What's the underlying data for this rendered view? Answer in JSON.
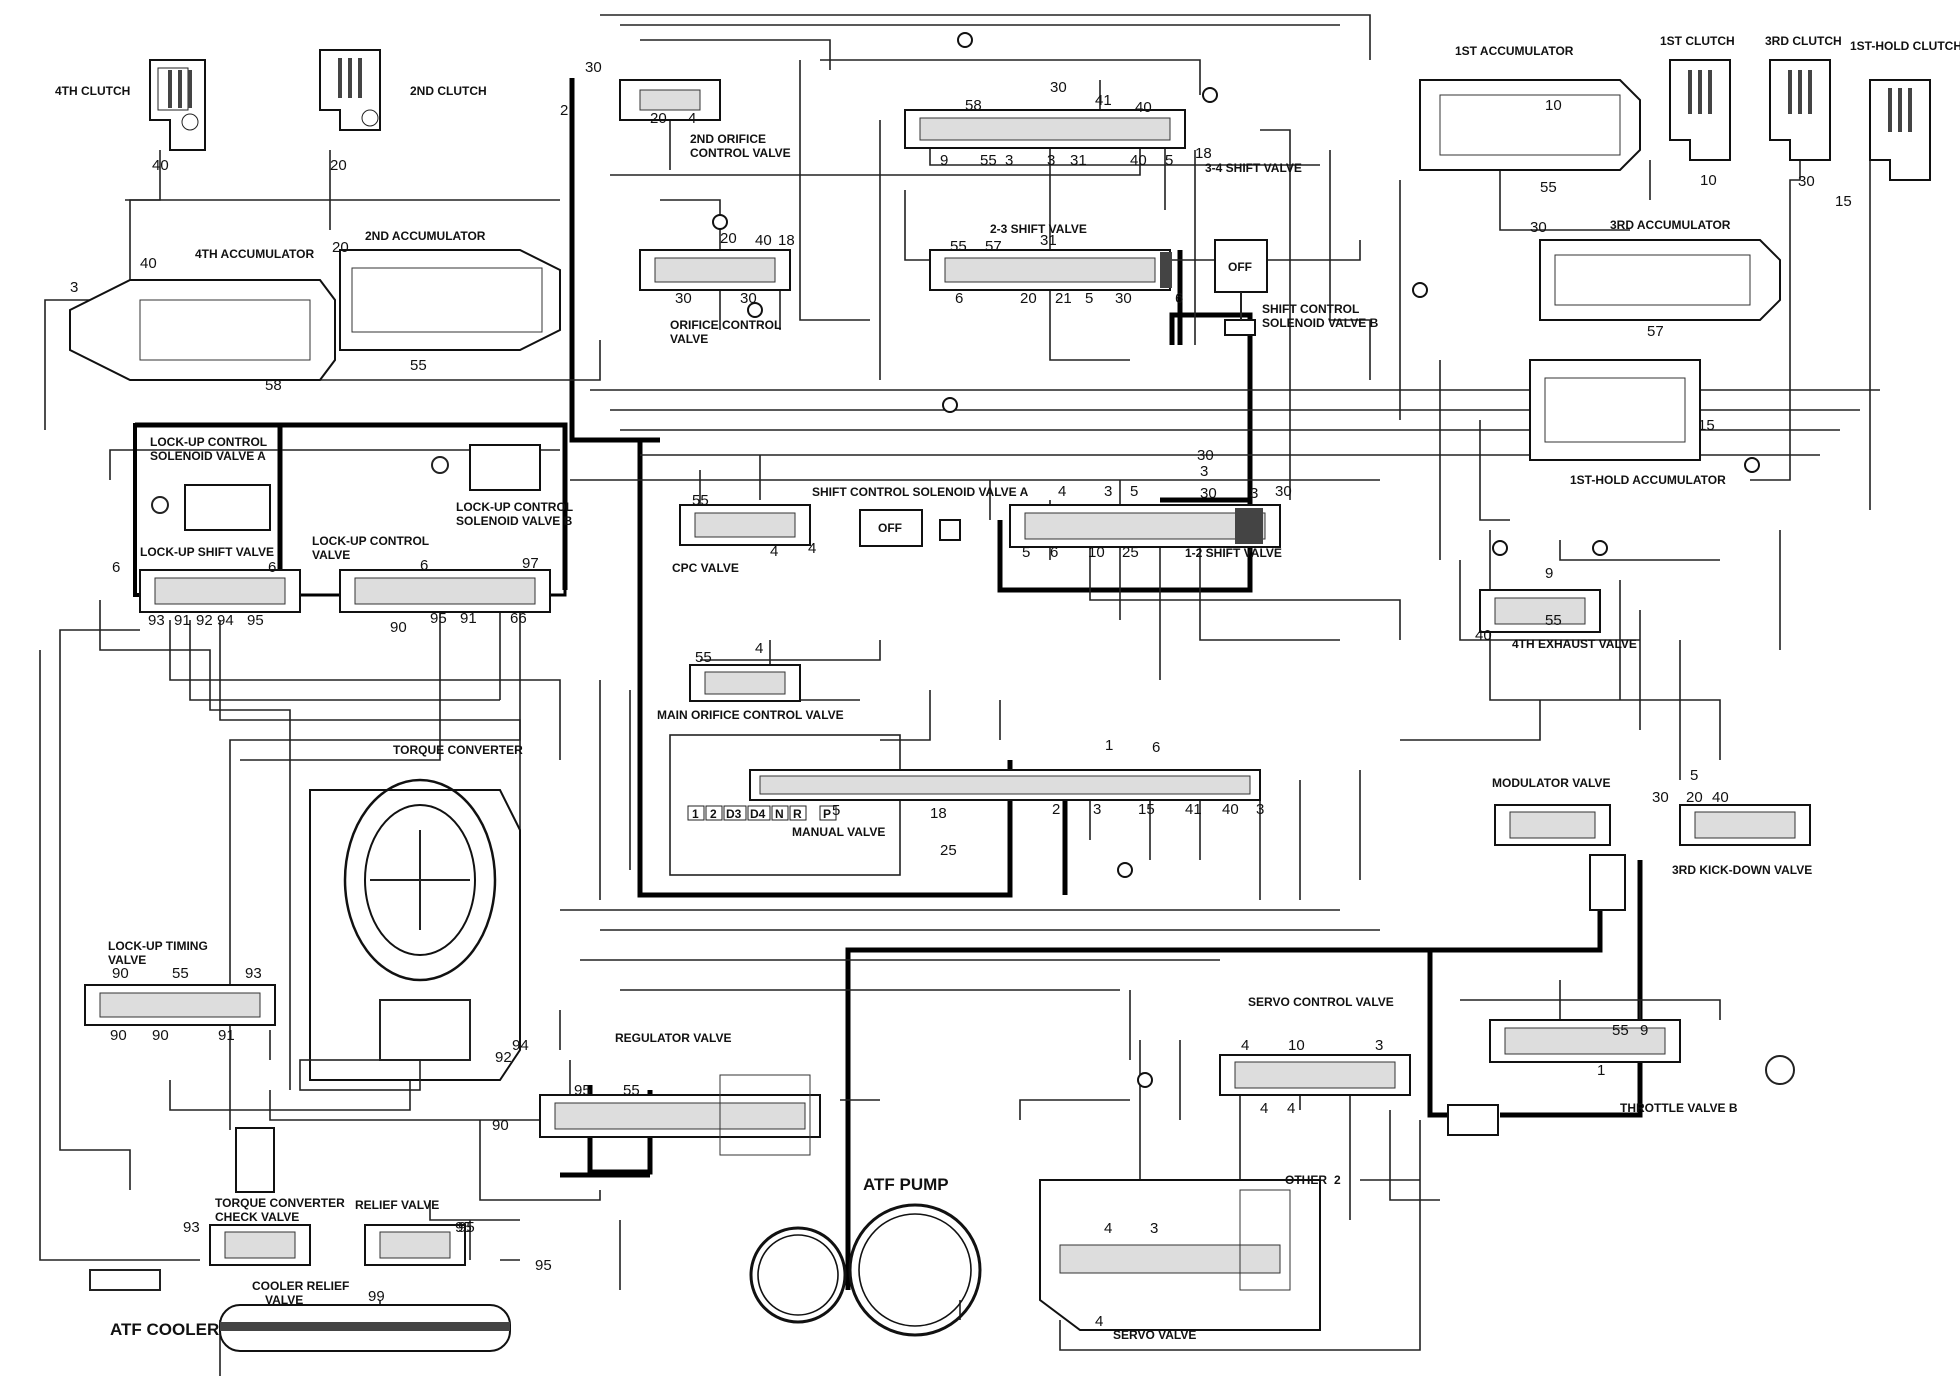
{
  "components": {
    "clutch_4th": "4TH CLUTCH",
    "clutch_2nd": "2ND CLUTCH",
    "accumulator_4th": "4TH ACCUMULATOR",
    "accumulator_2nd": "2ND ACCUMULATOR",
    "valve_2nd_orifice_control_1": "2ND ORIFICE",
    "valve_2nd_orifice_control_2": "CONTROL VALVE",
    "valve_orifice_control_1": "ORIFICE CONTROL",
    "valve_orifice_control_2": "VALVE",
    "valve_3_4_shift": "3-4 SHIFT VALVE",
    "valve_2_3_shift": "2-3 SHIFT VALVE",
    "solenoid_shift_b_1": "SHIFT CONTROL",
    "solenoid_shift_b_2": "SOLENOID VALVE B",
    "accumulator_1st": "1ST ACCUMULATOR",
    "clutch_1st": "1ST CLUTCH",
    "clutch_3rd": "3RD CLUTCH",
    "clutch_1st_hold": "1ST-HOLD CLUTCH",
    "accumulator_3rd": "3RD ACCUMULATOR",
    "accumulator_1st_hold": "1ST-HOLD ACCUMULATOR",
    "solenoid_lockup_a_1": "LOCK-UP CONTROL",
    "solenoid_lockup_a_2": "SOLENOID VALVE A",
    "solenoid_lockup_b_1": "LOCK-UP CONTROL",
    "solenoid_lockup_b_2": "SOLENOID VALVE B",
    "valve_lockup_shift": "LOCK-UP SHIFT VALVE",
    "valve_lockup_control_1": "LOCK-UP CONTROL",
    "valve_lockup_control_2": "VALVE",
    "valve_cpc": "CPC VALVE",
    "solenoid_shift_a": "SHIFT CONTROL SOLENOID VALVE A",
    "valve_1_2_shift": "1-2 SHIFT VALVE",
    "valve_4th_exhaust": "4TH EXHAUST VALVE",
    "valve_main_orifice_control": "MAIN ORIFICE CONTROL VALVE",
    "torque_converter": "TORQUE CONVERTER",
    "valve_manual": "MANUAL VALVE",
    "valve_modulator": "MODULATOR VALVE",
    "valve_3rd_kickdown": "3RD KICK-DOWN VALVE",
    "valve_lockup_timing_1": "LOCK-UP TIMING",
    "valve_lockup_timing_2": "VALVE",
    "valve_regulator": "REGULATOR VALVE",
    "valve_servo_control": "SERVO CONTROL VALVE",
    "valve_throttle_b": "THROTTLE VALVE B",
    "pump_atf": "ATF PUMP",
    "valve_tc_check_1": "TORQUE CONVERTER",
    "valve_tc_check_2": "CHECK VALVE",
    "valve_relief": "RELIEF VALVE",
    "valve_cooler_relief_1": "COOLER RELIEF",
    "valve_cooler_relief_2": "VALVE",
    "cooler_atf": "ATF COOLER",
    "valve_servo": "SERVO VALVE",
    "servo_other": "OTHER",
    "servo_other_num": "2"
  },
  "solenoid_states": {
    "shift_b": "OFF",
    "shift_a": "OFF"
  },
  "manual_positions": [
    "1",
    "2",
    "D3",
    "D4",
    "N",
    "R",
    "P"
  ],
  "port_numbers": [
    "40",
    "20",
    "3",
    "40",
    "20",
    "58",
    "55",
    "30",
    "2",
    "20",
    "4",
    "30",
    "41",
    "58",
    "9",
    "55",
    "3",
    "3",
    "31",
    "40",
    "5",
    "18",
    "30",
    "20",
    "40",
    "18",
    "30",
    "55",
    "57",
    "31",
    "6",
    "20",
    "21",
    "5",
    "30",
    "6",
    "40",
    "10",
    "55",
    "10",
    "30",
    "15",
    "30",
    "57",
    "15",
    "6",
    "6",
    "6",
    "97",
    "93",
    "91",
    "92",
    "94",
    "95",
    "90",
    "95",
    "91",
    "66",
    "55",
    "4",
    "4",
    "30",
    "4",
    "3",
    "5",
    "3",
    "30",
    "5",
    "6",
    "10",
    "25",
    "3",
    "30",
    "40",
    "9",
    "55",
    "4",
    "55",
    "1",
    "6",
    "5",
    "18",
    "25",
    "2",
    "3",
    "15",
    "41",
    "40",
    "3",
    "30",
    "20",
    "40",
    "5",
    "90",
    "55",
    "93",
    "90",
    "90",
    "91",
    "94",
    "90",
    "92",
    "95",
    "55",
    "55",
    "9",
    "4",
    "10",
    "3",
    "4",
    "4",
    "1",
    "93",
    "95",
    "99",
    "95",
    "4",
    "3",
    "4"
  ],
  "flow_labels": {
    "relief_out": "95"
  }
}
